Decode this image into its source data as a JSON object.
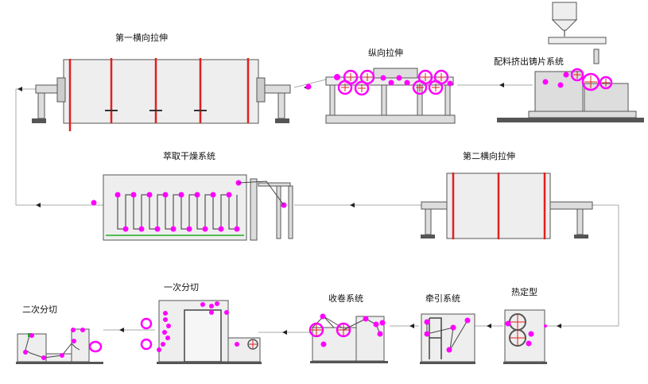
{
  "title": "Production line process diagram",
  "stages": {
    "first_transverse_stretch": "第一横向拉伸",
    "longitudinal_stretch": "纵向拉伸",
    "extrusion_casting": "配料挤出铸片系统",
    "extraction_drying": "萃取干燥系统",
    "second_transverse_stretch": "第二横向拉伸",
    "heat_setting": "热定型",
    "traction": "牵引系统",
    "winding": "收卷系统",
    "first_slitting": "一次分切",
    "second_slitting": "二次分切"
  },
  "colors": {
    "roller": "#ff00ff",
    "clip_bar": "#e02020",
    "machine_fill": "#ececec",
    "machine_stroke": "#555555",
    "web_line": "#999999"
  }
}
